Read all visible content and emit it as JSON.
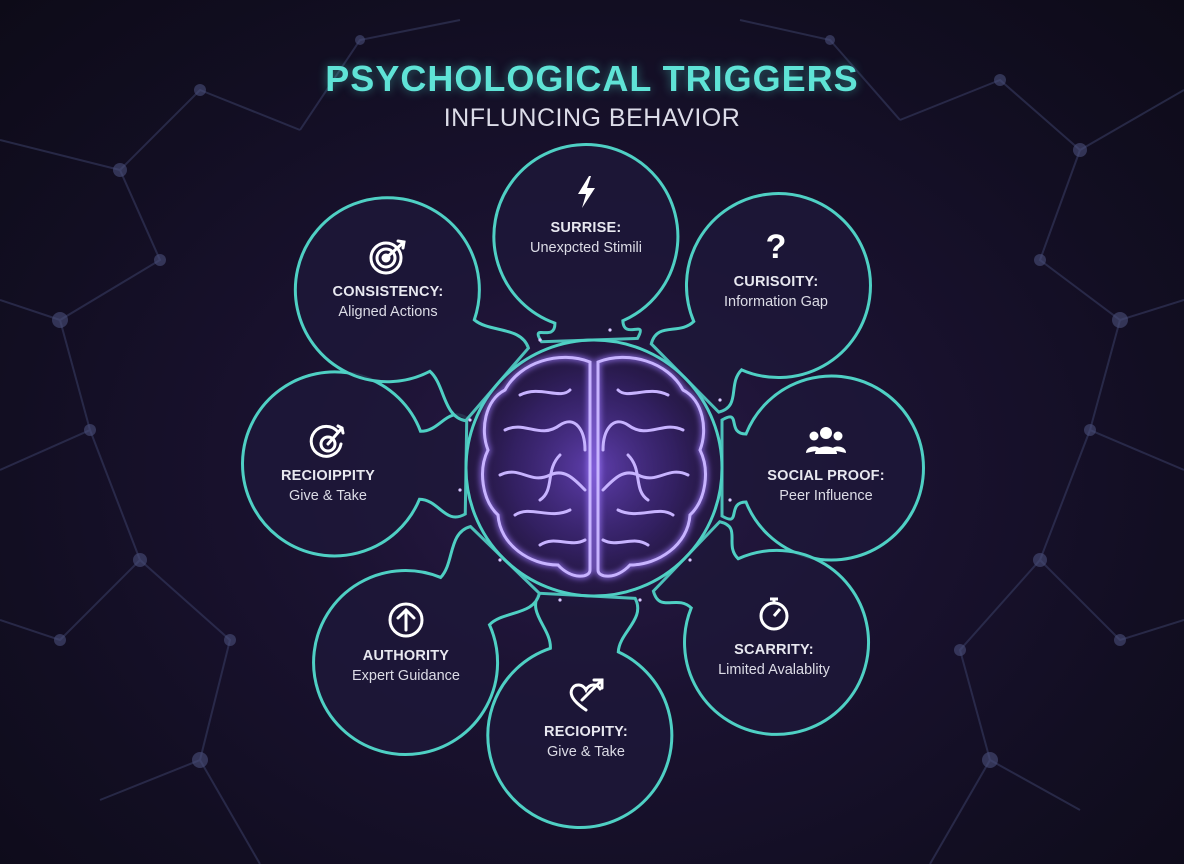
{
  "title": "PSYCHOLOGICAL TRIGGERS",
  "subtitle": "INFLUNCING BEHAVIOR",
  "nodes": [
    {
      "name": "SURRISE:",
      "desc": "Unexpcted Stimili",
      "icon": "lightning-icon"
    },
    {
      "name": "CURISOITY:",
      "desc": "Information Gap",
      "icon": "question-icon"
    },
    {
      "name": "SOCIAL PROOF:",
      "desc": "Peer Influence",
      "icon": "people-icon"
    },
    {
      "name": "SCARRITY:",
      "desc": "Limited Avalablity",
      "icon": "stopwatch-icon"
    },
    {
      "name": "RECIOPITY:",
      "desc": "Give & Take",
      "icon": "heart-arrow-icon"
    },
    {
      "name": "AUTHORITY",
      "desc": "Expert Guidance",
      "icon": "arrow-up-circle-icon"
    },
    {
      "name": "RECIOIPPITY",
      "desc": "Give & Take",
      "icon": "target-arrow-icon"
    },
    {
      "name": "CONSISTENCY:",
      "desc": "Aligned Actions",
      "icon": "target-icon"
    }
  ],
  "colors": {
    "accent": "#5fe3d6",
    "outline": "#4fd0c4",
    "brain": "#b99bff",
    "background": "#150f26"
  }
}
